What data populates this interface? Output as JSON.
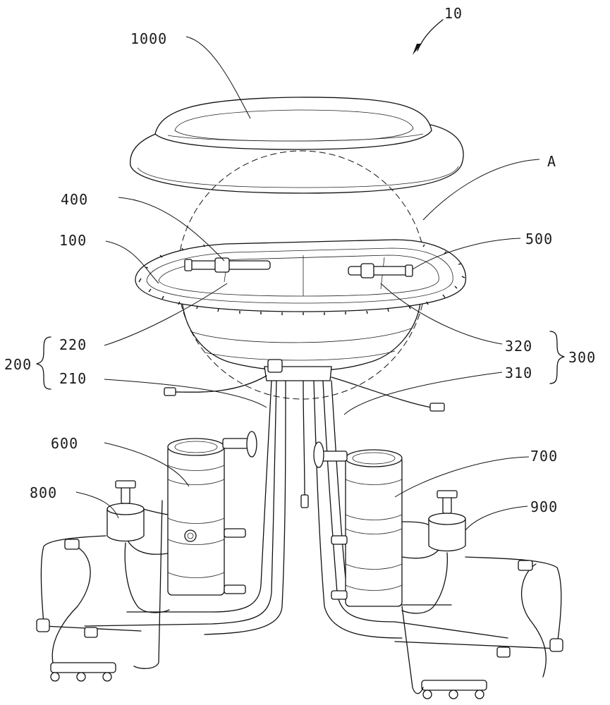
{
  "figure": {
    "assembly_label": "10",
    "detail_label": "A",
    "labels": {
      "lid": "1000",
      "basin_rim": "100",
      "part_400": "400",
      "part_500": "500",
      "group_200": "200",
      "part_220": "220",
      "part_210": "210",
      "group_300": "300",
      "part_320": "320",
      "part_310": "310",
      "left_cylinder": "600",
      "right_cylinder": "700",
      "left_filter": "800",
      "right_filter": "900"
    }
  }
}
